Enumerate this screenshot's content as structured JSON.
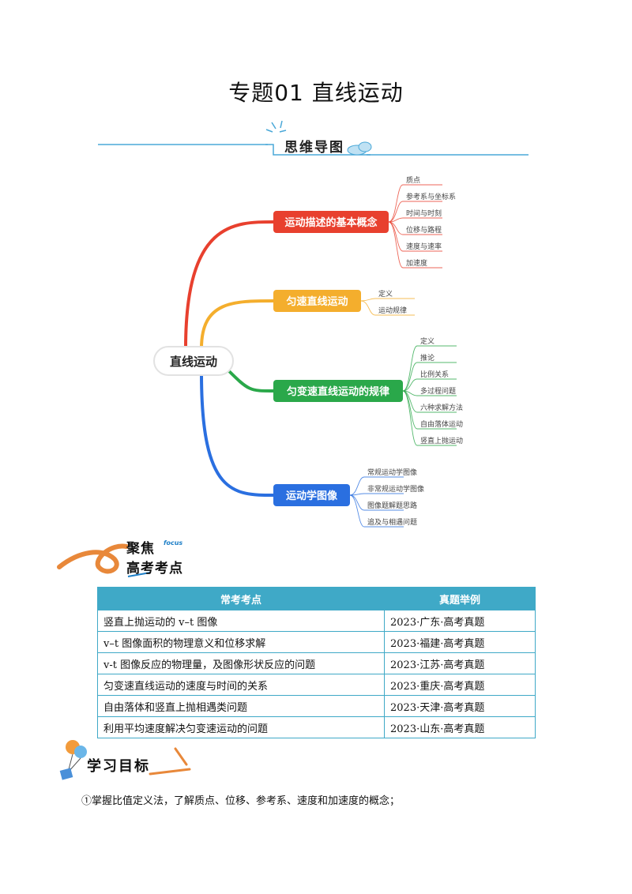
{
  "title": "专题01  直线运动",
  "mindmap_header": "思维导图",
  "mindmap": {
    "root": "直线运动",
    "branches": [
      {
        "label": "运动描述的基本概念",
        "color": "#e8402e",
        "items": [
          "质点",
          "参考系与坐标系",
          "时间与时刻",
          "位移与路程",
          "速度与速率",
          "加速度"
        ]
      },
      {
        "label": "匀速直线运动",
        "color": "#f4ae2d",
        "items": [
          "定义",
          "运动规律"
        ]
      },
      {
        "label": "匀变速直线运动的规律",
        "color": "#2aa84a",
        "items": [
          "定义",
          "推论",
          "比例关系",
          "多过程问题",
          "六种求解方法",
          "自由落体运动",
          "竖直上抛运动"
        ]
      },
      {
        "label": "运动学图像",
        "color": "#2a6fe0",
        "items": [
          "常规运动学图像",
          "非常规运动学图像",
          "图像题解题思路",
          "追及与相遇问题"
        ]
      }
    ]
  },
  "focus": {
    "line1": "聚焦",
    "line2": "高考考点",
    "tag": "focus"
  },
  "exam_table": {
    "headers": [
      "常考考点",
      "真题举例"
    ],
    "rows": [
      [
        "竖直上抛运动的 v–t 图像",
        "2023·广东·高考真题"
      ],
      [
        "v–t 图像面积的物理意义和位移求解",
        "2023·福建·高考真题"
      ],
      [
        "v-t 图像反应的物理量，及图像形状反应的问题",
        "2023·江苏·高考真题"
      ],
      [
        "匀变速直线运动的速度与时间的关系",
        "2023·重庆·高考真题"
      ],
      [
        "自由落体和竖直上抛相遇类问题",
        "2023·天津·高考真题"
      ],
      [
        "利用平均速度解决匀变速运动的问题",
        "2023·山东·高考真题"
      ]
    ]
  },
  "goals_header": "学习目标",
  "goals": [
    "①掌握比值定义法，了解质点、位移、参考系、速度和加速度的概念；"
  ]
}
